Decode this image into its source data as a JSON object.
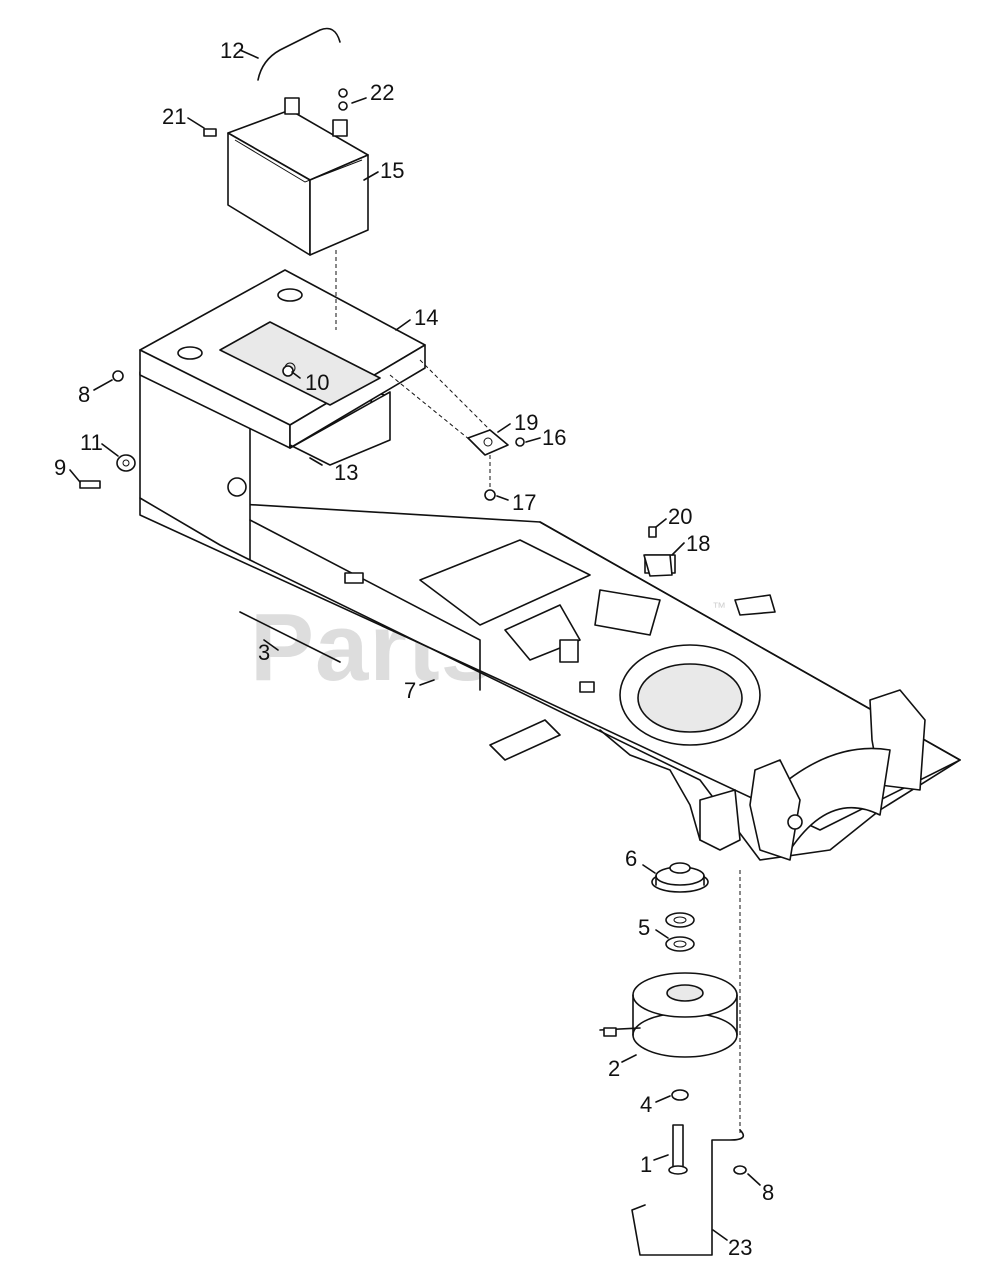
{
  "watermark": {
    "text": "PartsTree",
    "trademark": "™"
  },
  "callouts": {
    "c1": "1",
    "c2": "2",
    "c3": "3",
    "c4": "4",
    "c5": "5",
    "c6": "6",
    "c7": "7",
    "c8a": "8",
    "c8b": "8",
    "c9": "9",
    "c10": "10",
    "c11": "11",
    "c12": "12",
    "c13": "13",
    "c14": "14",
    "c15": "15",
    "c16": "16",
    "c17": "17",
    "c18": "18",
    "c19": "19",
    "c20": "20",
    "c21": "21",
    "c22": "22",
    "c23": "23"
  }
}
